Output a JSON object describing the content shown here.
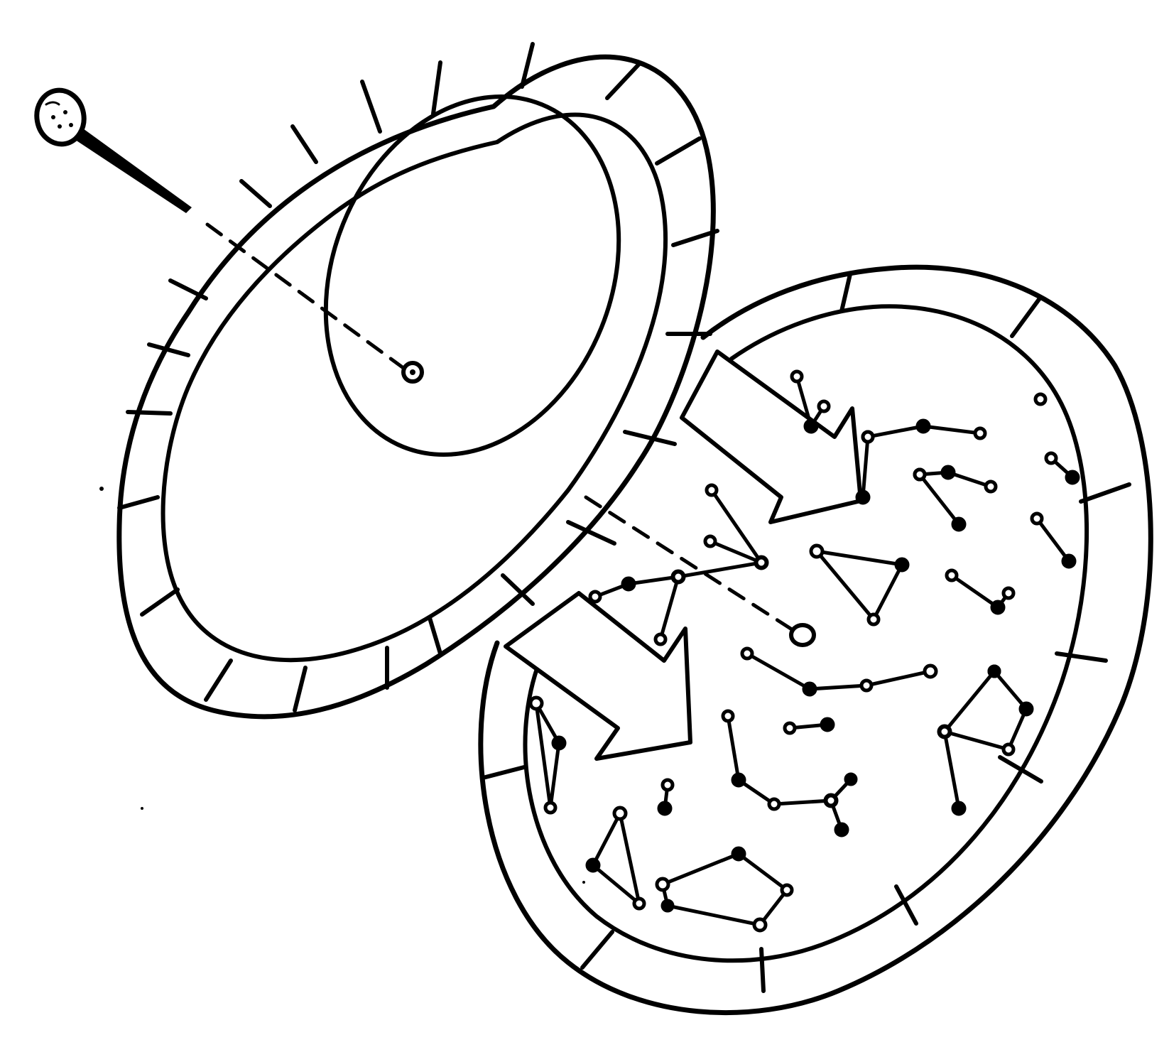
{
  "diagram": {
    "kind": "line-drawing",
    "labels": [],
    "colors": {
      "ink": "#000000",
      "paper": "#ffffff"
    },
    "parts": [
      "planisphere-top-disc",
      "star-map-disc",
      "pin-icon",
      "arrow-icon",
      "constellation-group"
    ]
  }
}
